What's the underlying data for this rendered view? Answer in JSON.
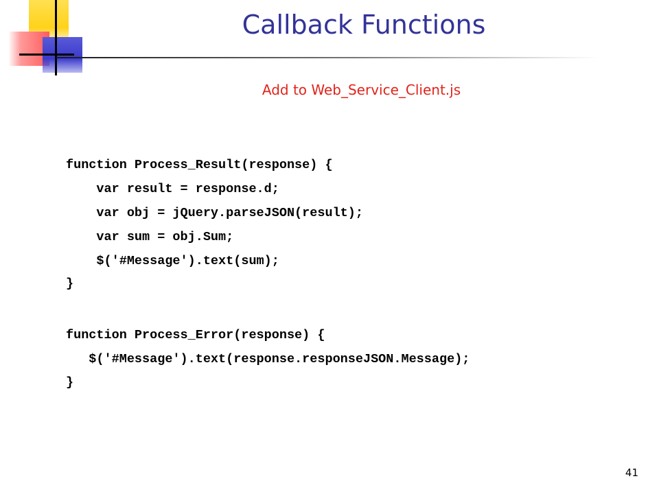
{
  "slide": {
    "title": "Callback Functions",
    "subtitle": "Add to Web_Service_Client.js",
    "code_lines": [
      "function Process_Result(response) {",
      "    var result = response.d;",
      "    var obj = jQuery.parseJSON(result);",
      "    var sum = obj.Sum;",
      "    $('#Message').text(sum);",
      "}",
      "function Process_Error(response) {",
      "   $('#Message').text(response.responseJSON.Message);",
      "}"
    ],
    "page_number": "41"
  },
  "colors": {
    "title": "#333399",
    "subtitle": "#e0241b",
    "code": "#000000"
  }
}
